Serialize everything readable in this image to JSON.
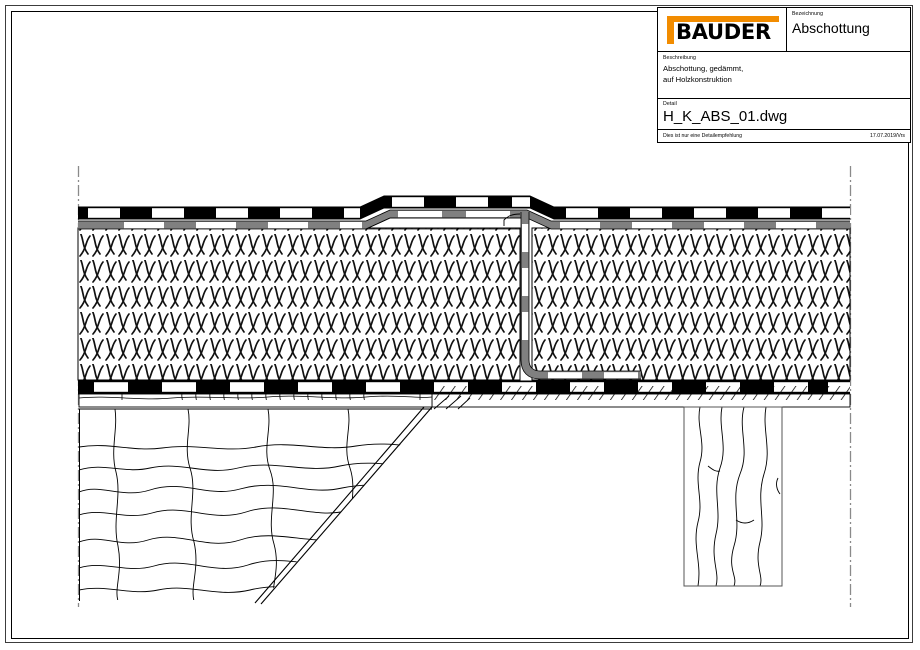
{
  "sheet": {
    "background": "#ffffff",
    "frame_color": "#000000"
  },
  "title_block": {
    "logo": {
      "name": "BAUDER",
      "accent_color": "#F28C00",
      "text_color": "#000000"
    },
    "designation_label": "Bezeichnung",
    "designation_value": "Abschottung",
    "description_label": "Beschreibung",
    "description_line1": "Abschottung, gedämmt,",
    "description_line2": "auf Holzkonstruktion",
    "detail_label": "Detail",
    "detail_value": "H_K_ABS_01.dwg",
    "footer_note": "Dies ist nur eine Detailempfehlung",
    "footer_date": "17.07.2019/Vrs"
  },
  "drawing": {
    "title": "Abschottung, gedämmt, auf Holzkonstruktion",
    "colors": {
      "line": "#000000",
      "membrane_black": "#000000",
      "membrane_gray": "#808080",
      "boundary_gray": "#808080",
      "wood_line": "#000000",
      "insulation_hatch": "#1a1a1a"
    },
    "layers": [
      {
        "name": "waterproofing-membrane-top",
        "style": "black-dashed-band"
      },
      {
        "name": "vapour-control-layer",
        "style": "gray-dashed-band"
      },
      {
        "name": "thermal-insulation",
        "style": "mineral-wool-hatch"
      },
      {
        "name": "separating-layer",
        "style": "black-dashed-band"
      },
      {
        "name": "timber-decking",
        "style": "diagonal-hatch"
      },
      {
        "name": "timber-beam",
        "style": "wood-grain"
      },
      {
        "name": "timber-post",
        "style": "wood-grain"
      },
      {
        "name": "fire-barrier-upstand",
        "style": "gray-dashed-vertical"
      }
    ],
    "boundary_style": "dash-dot",
    "break_line_style": "double-diagonal"
  }
}
